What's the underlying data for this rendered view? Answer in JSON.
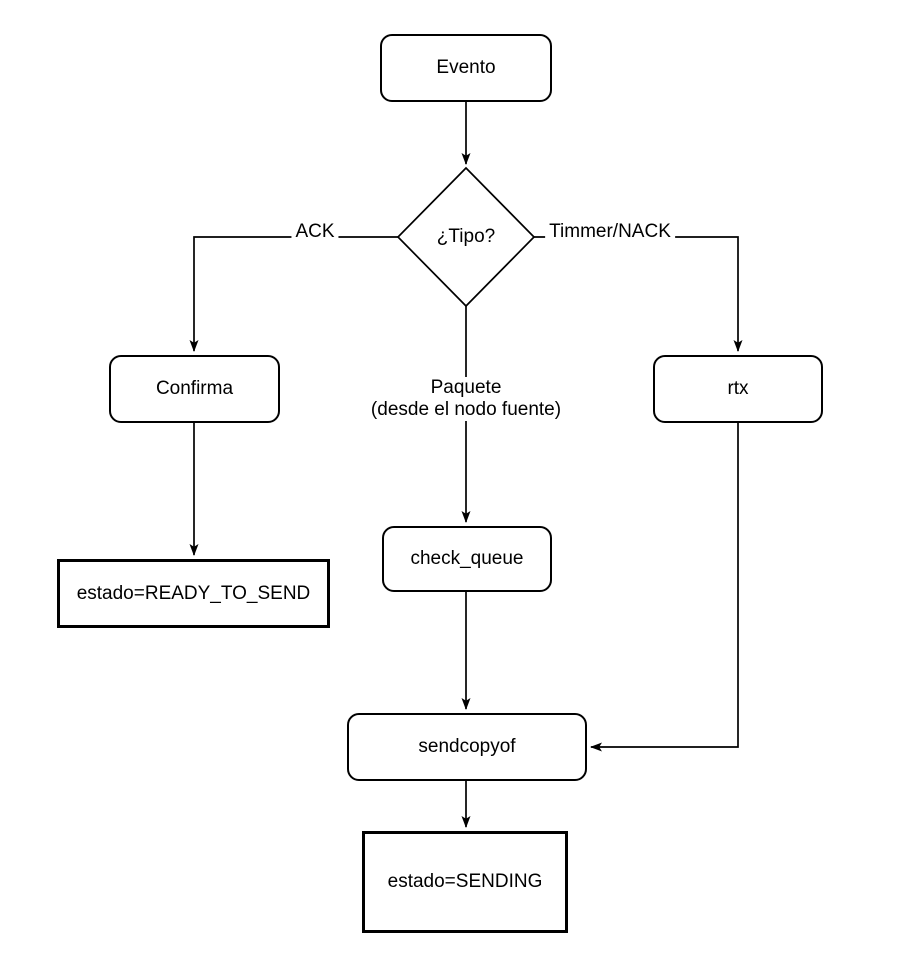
{
  "diagram": {
    "type": "flowchart",
    "colors": {
      "stroke": "#000000",
      "node_fill": "#ffffff",
      "background": "#ffffff"
    },
    "nodes": {
      "evento": {
        "label": "Evento",
        "shape": "rounded"
      },
      "tipo": {
        "label": "¿Tipo?",
        "shape": "decision-diamond"
      },
      "confirma": {
        "label": "Confirma",
        "shape": "rounded"
      },
      "ready_to_send": {
        "label": "estado=READY_TO_SEND",
        "shape": "state-rect"
      },
      "check_queue": {
        "label": "check_queue",
        "shape": "rounded"
      },
      "sendcopyof": {
        "label": "sendcopyof",
        "shape": "rounded"
      },
      "rtx": {
        "label": "rtx",
        "shape": "rounded"
      },
      "sending": {
        "label": "estado=SENDING",
        "shape": "state-rect"
      }
    },
    "edge_labels": {
      "ack": "ACK",
      "timmer_nack": "Timmer/NACK",
      "paquete_line1": "Paquete",
      "paquete_line2": "(desde el nodo fuente)"
    }
  }
}
